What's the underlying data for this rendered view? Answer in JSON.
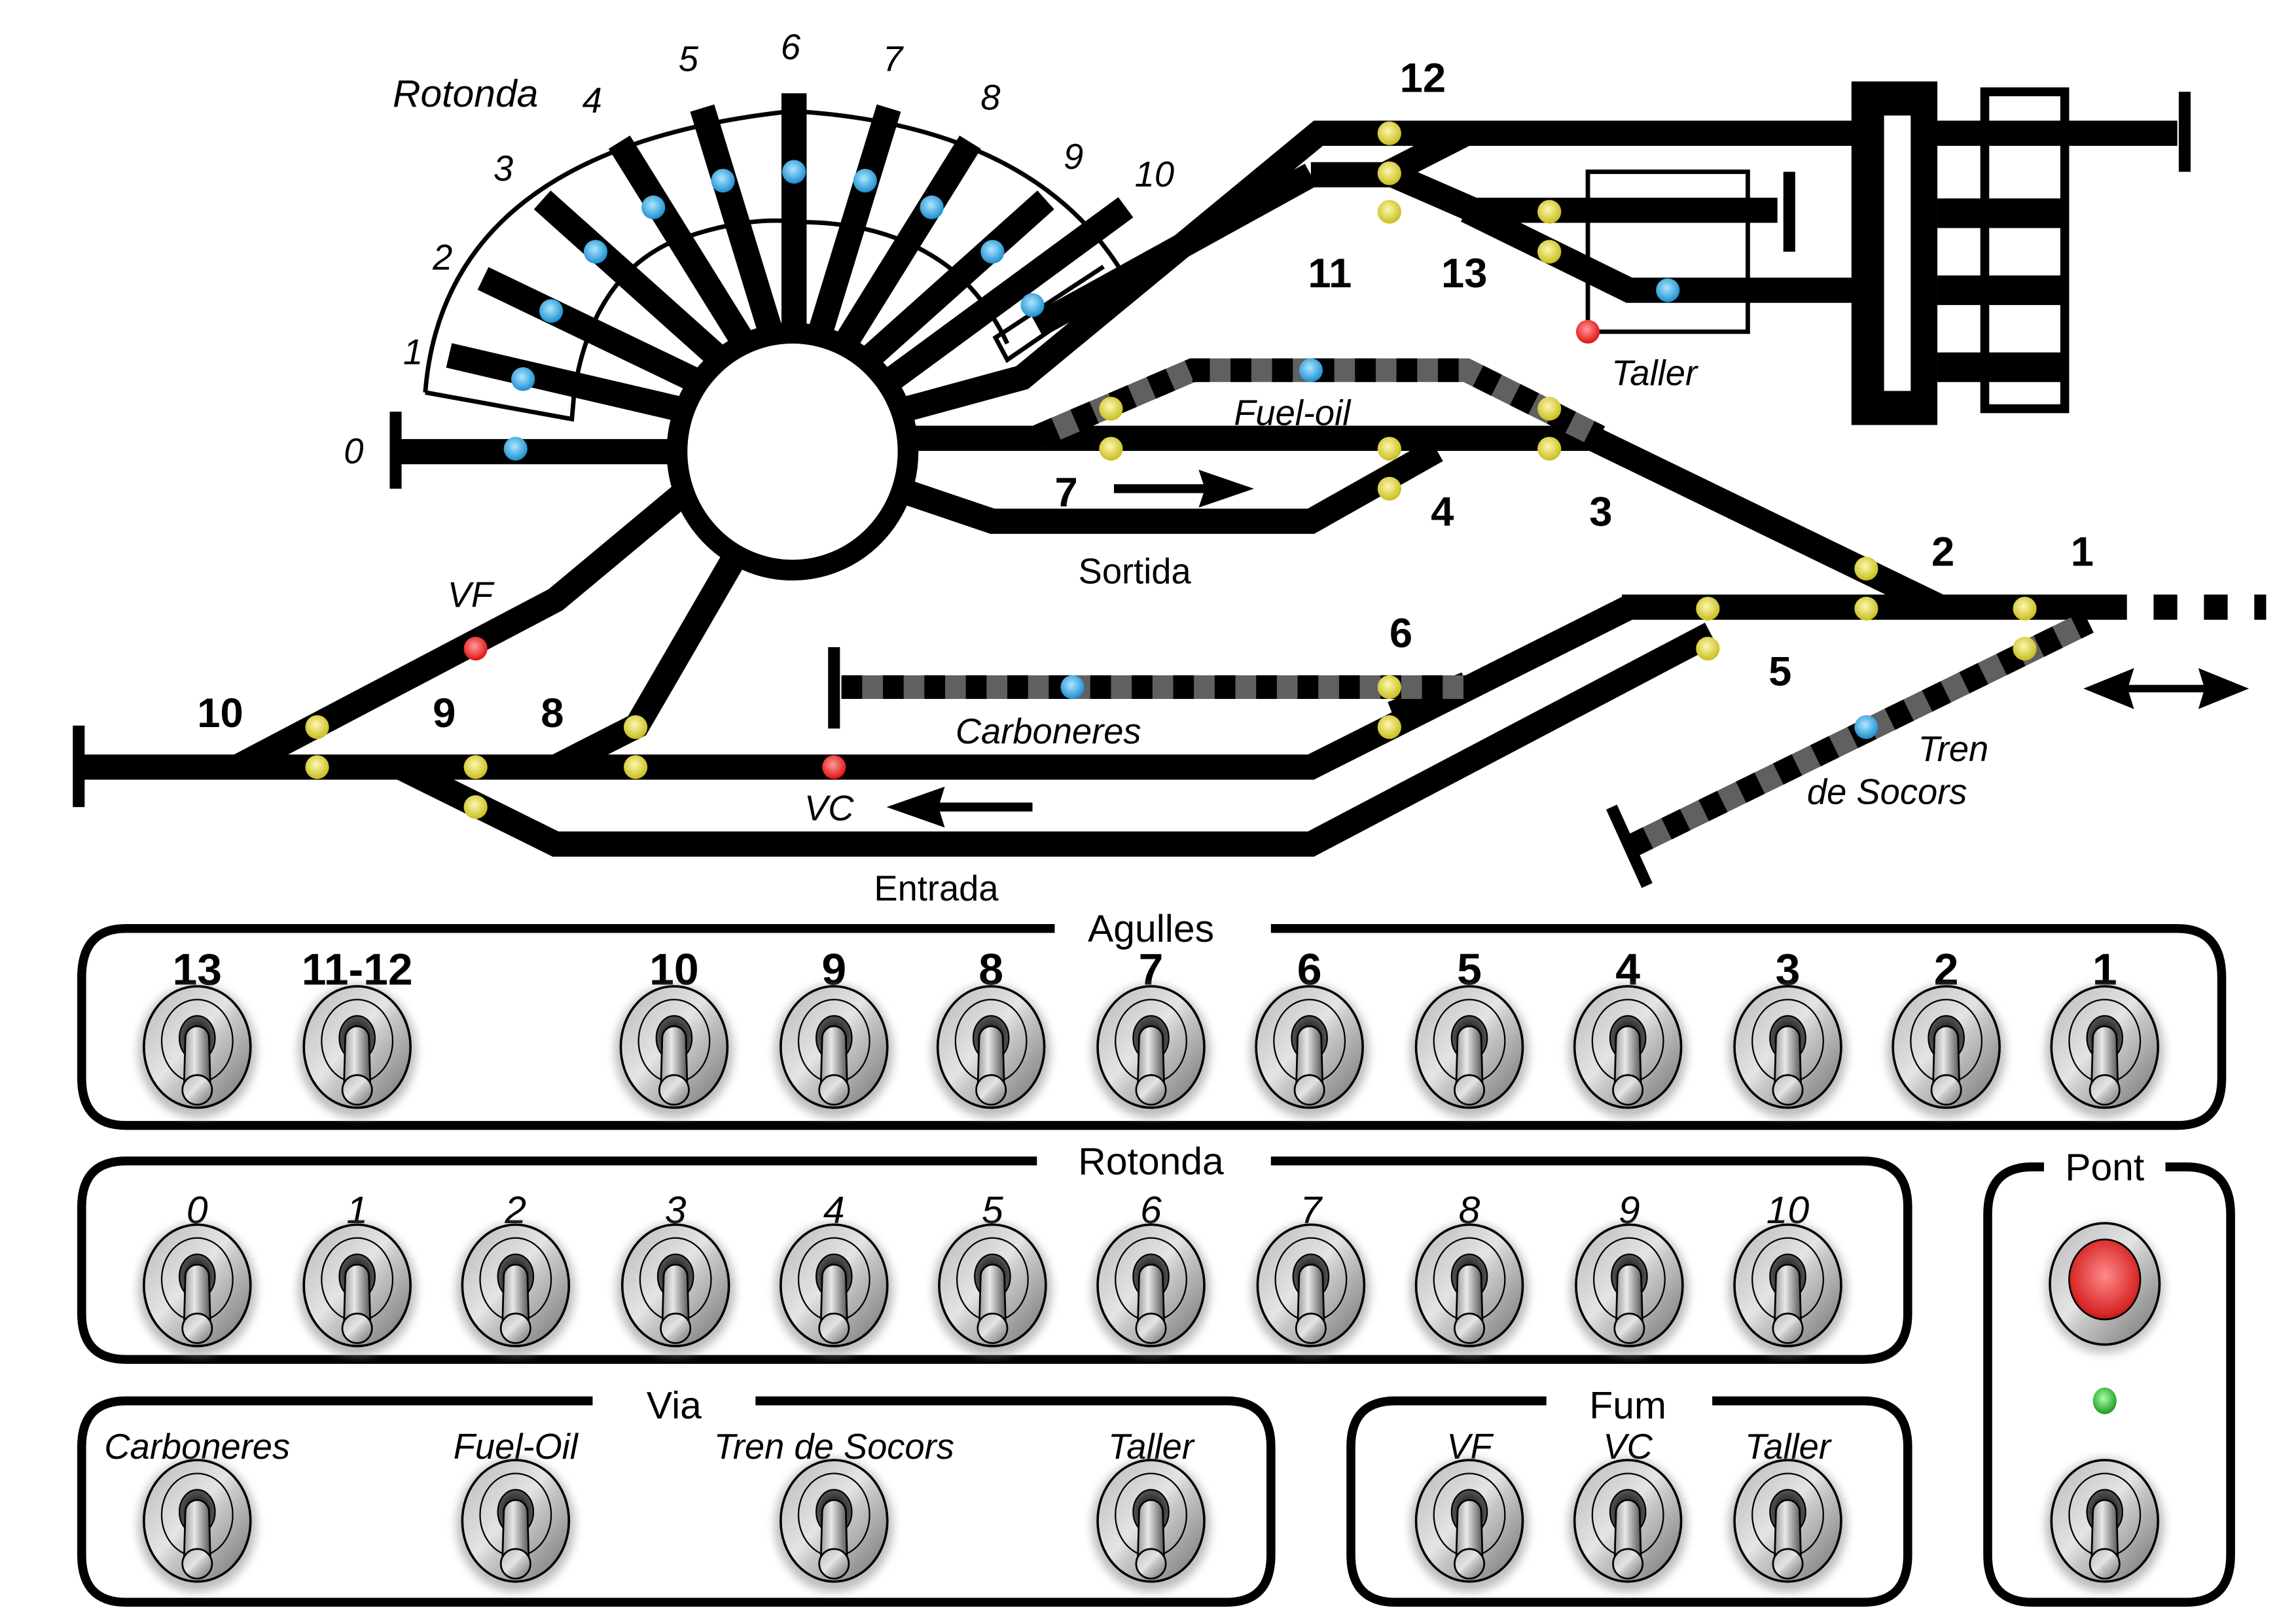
{
  "layout": {
    "rotunda_label": "Rotonda",
    "rotunda_tracks": [
      "0",
      "1",
      "2",
      "3",
      "4",
      "5",
      "6",
      "7",
      "8",
      "9",
      "10"
    ],
    "turnout_numbers": [
      "1",
      "2",
      "3",
      "4",
      "5",
      "6",
      "7",
      "8",
      "9",
      "10",
      "11",
      "12",
      "13"
    ],
    "labels": {
      "fuel_oil": "Fuel-oil",
      "carboneres": "Carboneres",
      "taller": "Taller",
      "sortida": "Sortida",
      "entrada": "Entrada",
      "tren_socors_line1": "Tren",
      "tren_socors_line2": "de Socors",
      "vf": "VF",
      "vc": "VC"
    },
    "indicator_colors": {
      "turnout": "#d8cc2a",
      "track": "#2aa6e0",
      "smoke": "#ee1c1c",
      "dash_gray": "#606060"
    }
  },
  "panels": {
    "agulles": {
      "title": "Agulles",
      "switches": [
        "13",
        "11-12",
        "10",
        "9",
        "8",
        "7",
        "6",
        "5",
        "4",
        "3",
        "2",
        "1"
      ]
    },
    "rotonda": {
      "title": "Rotonda",
      "switches": [
        "0",
        "1",
        "2",
        "3",
        "4",
        "5",
        "6",
        "7",
        "8",
        "9",
        "10"
      ]
    },
    "via": {
      "title": "Via",
      "switches": [
        "Carboneres",
        "Fuel-Oil",
        "Tren de Socors",
        "Taller"
      ]
    },
    "fum": {
      "title": "Fum",
      "switches": [
        "VF",
        "VC",
        "Taller"
      ]
    },
    "pont": {
      "title": "Pont",
      "button_color": "#e02020",
      "led_color": "#2ebd2e"
    }
  }
}
